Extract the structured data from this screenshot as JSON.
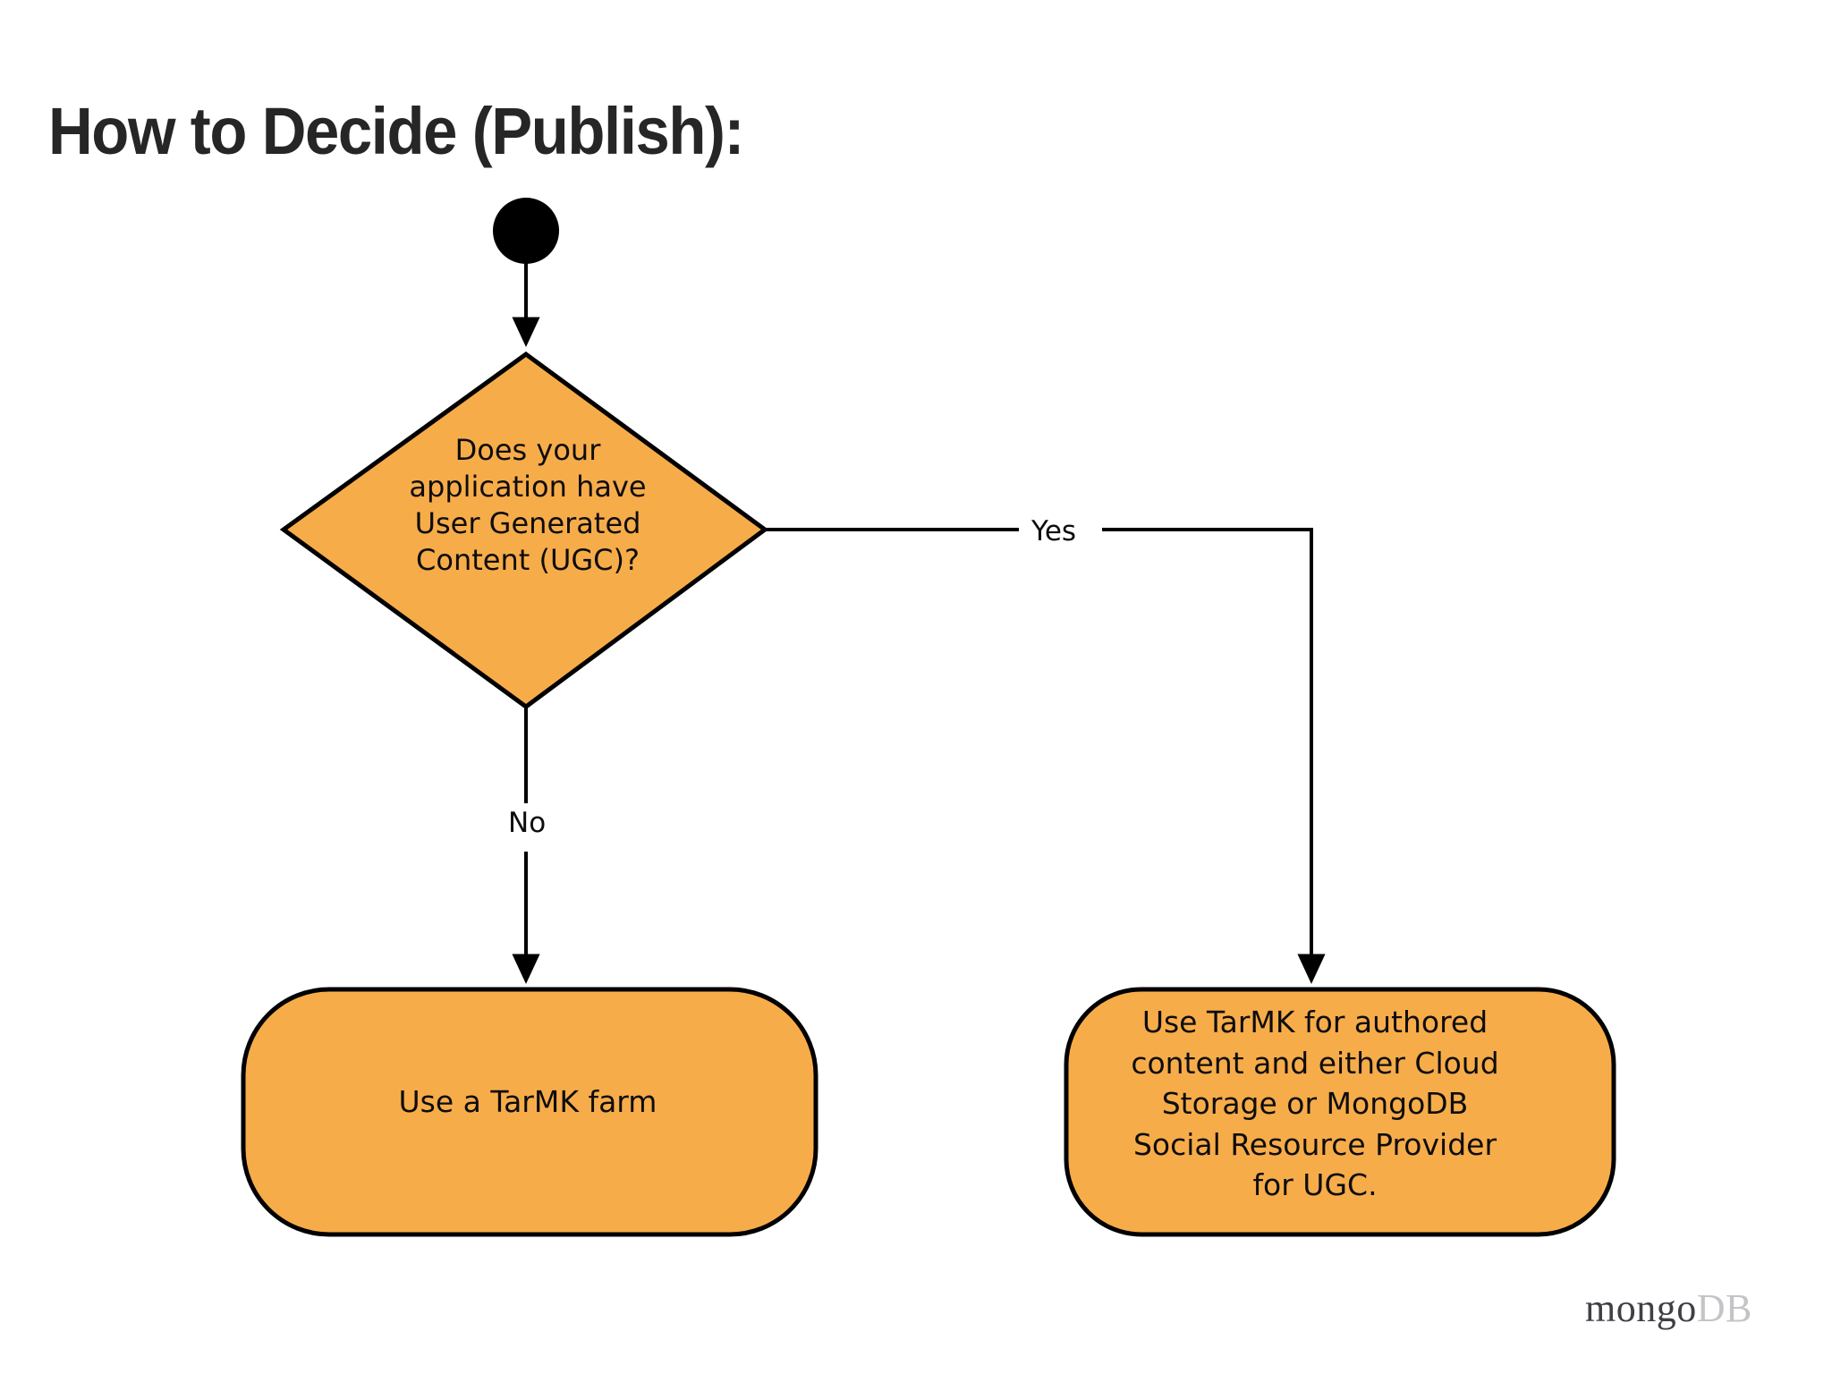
{
  "slide": {
    "title": "How to Decide (Publish):",
    "background_color": "#ffffff"
  },
  "theme": {
    "node_fill": "#f7ac4a",
    "node_stroke": "#000000",
    "connector_color": "#000000",
    "title_color": "#262626",
    "text_color": "#0d0d0d"
  },
  "diagram": {
    "type": "flowchart",
    "nodes": [
      {
        "id": "start",
        "shape": "filled-circle",
        "label": "",
        "fill": "#000000"
      },
      {
        "id": "decision-ugc",
        "shape": "diamond",
        "label": "Does your\napplication have\nUser Generated\nContent (UGC)?",
        "fill": "#f7ac4a"
      },
      {
        "id": "outcome-tarmk-farm",
        "shape": "rounded-rectangle",
        "label": "Use a TarMK farm",
        "fill": "#f7ac4a"
      },
      {
        "id": "outcome-tarmk-mongodb",
        "shape": "rounded-rectangle",
        "label": "Use TarMK for authored\ncontent and either Cloud\nStorage or MongoDB\nSocial Resource Provider\nfor UGC.",
        "fill": "#f7ac4a"
      }
    ],
    "edges": [
      {
        "id": "start-to-decision",
        "from": "start",
        "to": "decision-ugc",
        "label": ""
      },
      {
        "id": "decision-to-farm",
        "from": "decision-ugc",
        "to": "outcome-tarmk-farm",
        "label": "No"
      },
      {
        "id": "decision-to-mongodb",
        "from": "decision-ugc",
        "to": "outcome-tarmk-mongodb",
        "label": "Yes"
      }
    ]
  },
  "brand": {
    "name_primary": "mongo",
    "name_secondary": "DB"
  }
}
